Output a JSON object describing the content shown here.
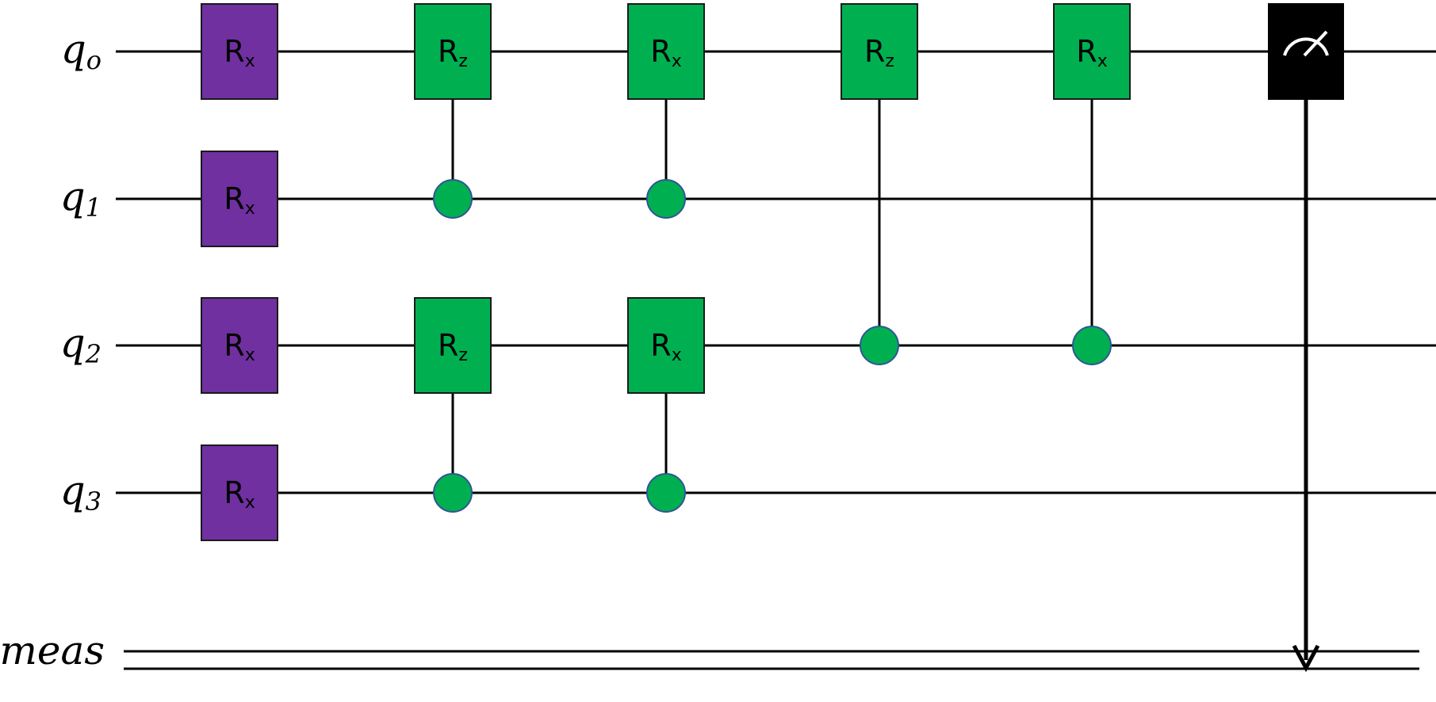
{
  "colors": {
    "rx_single": "#7030a0",
    "controlled_gate": "#00b050",
    "measure_box": "#000000",
    "control_dot_stroke": "#2f5597",
    "wire": "#000000"
  },
  "wires": {
    "quantum": [
      {
        "label": "q",
        "index": "o"
      },
      {
        "label": "q",
        "index": "1"
      },
      {
        "label": "q",
        "index": "2"
      },
      {
        "label": "q",
        "index": "3"
      }
    ],
    "classical": {
      "label": "meas"
    }
  },
  "gates": [
    {
      "kind": "single",
      "symbol": "R",
      "sub": "x",
      "color": "rx_single",
      "wire": 0,
      "column": 0
    },
    {
      "kind": "single",
      "symbol": "R",
      "sub": "x",
      "color": "rx_single",
      "wire": 1,
      "column": 0
    },
    {
      "kind": "single",
      "symbol": "R",
      "sub": "x",
      "color": "rx_single",
      "wire": 2,
      "column": 0
    },
    {
      "kind": "single",
      "symbol": "R",
      "sub": "x",
      "color": "rx_single",
      "wire": 3,
      "column": 0
    },
    {
      "kind": "controlled",
      "symbol": "R",
      "sub": "z",
      "color": "controlled_gate",
      "target": 0,
      "control": 1,
      "column": 1
    },
    {
      "kind": "controlled",
      "symbol": "R",
      "sub": "z",
      "color": "controlled_gate",
      "target": 2,
      "control": 3,
      "column": 1
    },
    {
      "kind": "controlled",
      "symbol": "R",
      "sub": "x",
      "color": "controlled_gate",
      "target": 0,
      "control": 1,
      "column": 2
    },
    {
      "kind": "controlled",
      "symbol": "R",
      "sub": "x",
      "color": "controlled_gate",
      "target": 2,
      "control": 3,
      "column": 2
    },
    {
      "kind": "controlled",
      "symbol": "R",
      "sub": "z",
      "color": "controlled_gate",
      "target": 0,
      "control": 2,
      "column": 3
    },
    {
      "kind": "controlled",
      "symbol": "R",
      "sub": "x",
      "color": "controlled_gate",
      "target": 0,
      "control": 2,
      "column": 4
    }
  ],
  "measurement": {
    "wire": 0,
    "column": 5,
    "to": "meas",
    "icon": "meter-icon"
  }
}
